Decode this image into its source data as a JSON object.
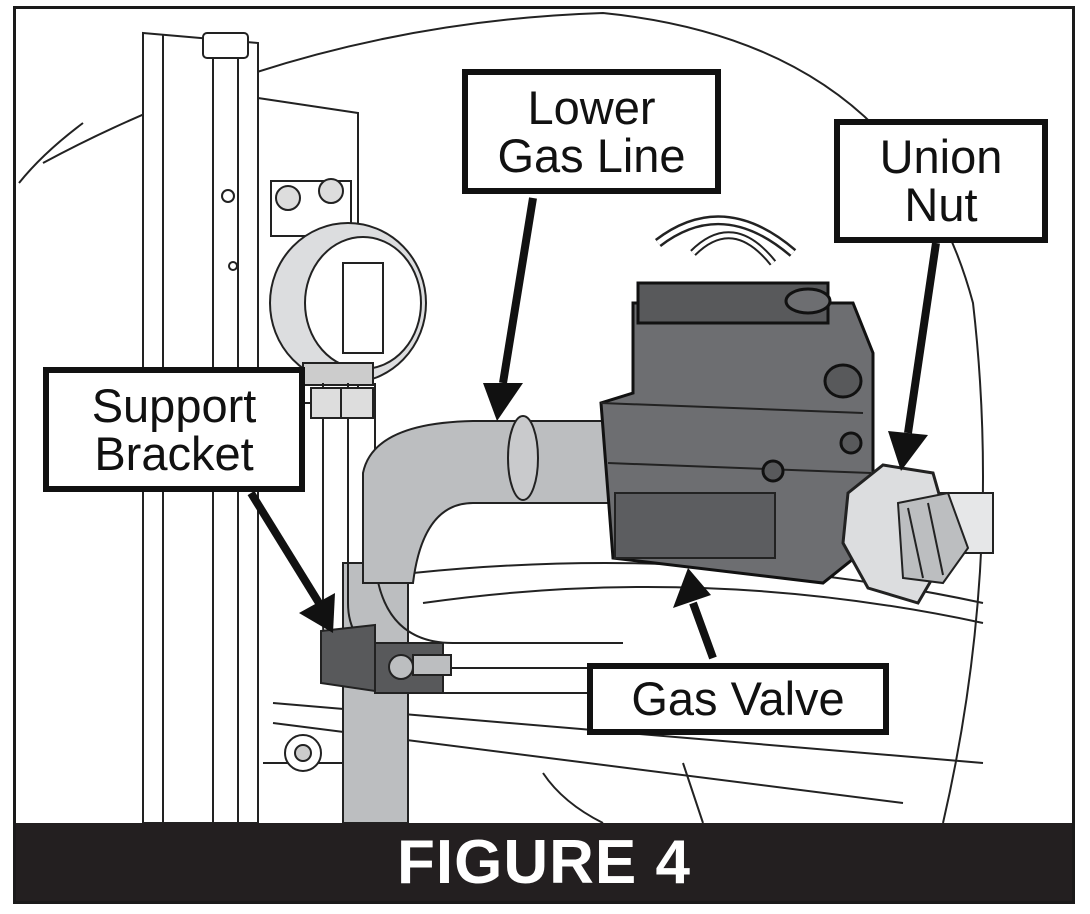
{
  "figure": {
    "caption": "FIGURE 4",
    "labels": {
      "lower_gas_line": "Lower\nGas Line",
      "union_nut": "Union\nNut",
      "support_bracket": "Support\nBracket",
      "gas_valve": "Gas Valve"
    }
  },
  "colors": {
    "frame": "#1a1a1a",
    "caption_bg": "#231f20",
    "caption_text": "#ffffff",
    "valve_body": "#6d6e71",
    "gas_line": "#bcbec0"
  }
}
